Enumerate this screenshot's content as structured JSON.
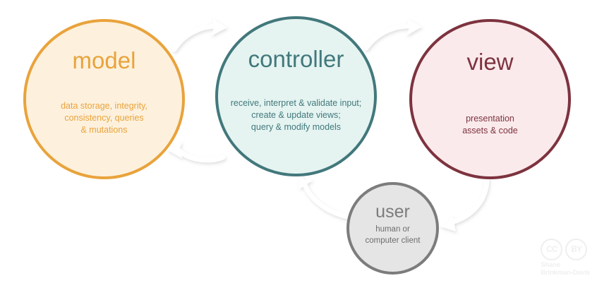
{
  "diagram": {
    "nodes": [
      {
        "id": "model",
        "title": "model",
        "description": "data storage, integrity,\nconsistency, queries\n& mutations",
        "border_color": "#E9A33C",
        "fill_color": "#FDF1DD",
        "text_color": "#E9A33C"
      },
      {
        "id": "controller",
        "title": "controller",
        "description": "receive, interpret & validate input;\ncreate & update views;\nquery & modify models",
        "border_color": "#42787C",
        "fill_color": "#E5F4F1",
        "text_color": "#42787C"
      },
      {
        "id": "view",
        "title": "view",
        "description": "presentation\nassets & code",
        "border_color": "#7D333F",
        "fill_color": "#FBEAEB",
        "text_color": "#7D333F"
      },
      {
        "id": "user",
        "title": "user",
        "description": "human or\ncomputer client",
        "border_color": "#7C7C7C",
        "fill_color": "#E5E5E5",
        "text_color": "#6E6E6E"
      }
    ],
    "arrows": [
      {
        "id": "model-to-controller",
        "from": "model",
        "to": "controller",
        "direction": "right"
      },
      {
        "id": "controller-to-model",
        "from": "controller",
        "to": "model",
        "direction": "left"
      },
      {
        "id": "controller-to-view",
        "from": "controller",
        "to": "view",
        "direction": "right"
      },
      {
        "id": "user-to-controller",
        "from": "user",
        "to": "controller",
        "direction": "up-left"
      },
      {
        "id": "view-to-user",
        "from": "view",
        "to": "user",
        "direction": "down-left"
      }
    ],
    "arrow_color": "#FFFFFF"
  },
  "attribution": {
    "badges": [
      "CC",
      "BY"
    ],
    "name_line_1": "Shane",
    "name_line_2": "Brinkman-Davis",
    "color": "#EFEFEF"
  }
}
